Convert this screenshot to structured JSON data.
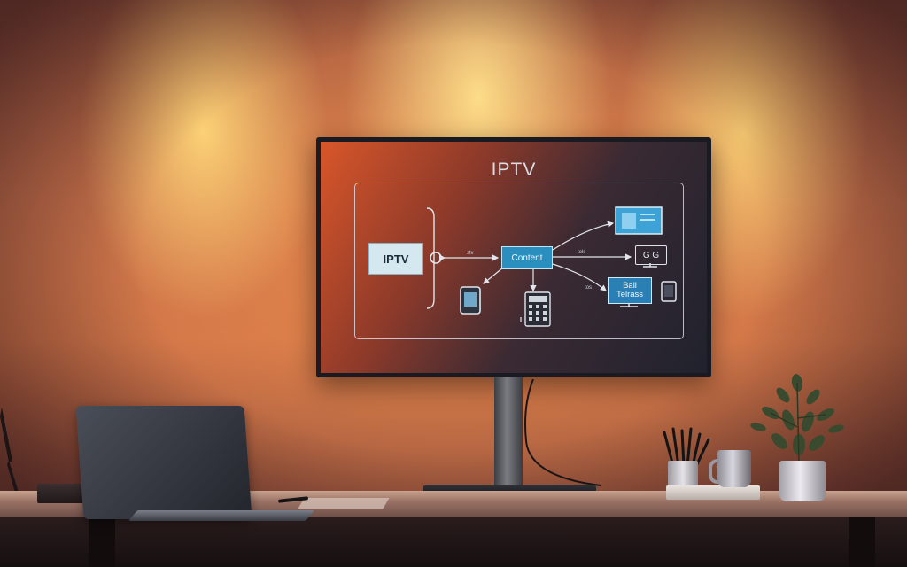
{
  "scene": {
    "description_free": true
  },
  "monitor_screen": {
    "title": "IPTV",
    "nodes": {
      "iptv": "IPTV",
      "content": "Content",
      "box": "Ball\nTelrass",
      "og": "G G"
    },
    "arrow_labels": {
      "left": "stv",
      "right": "tels",
      "lower": "tos"
    }
  },
  "colors": {
    "wall_glow": "#ffd680",
    "screen_orange": "#d8562a",
    "screen_dark": "#20222e",
    "node_blue": "#2a8fbf"
  }
}
